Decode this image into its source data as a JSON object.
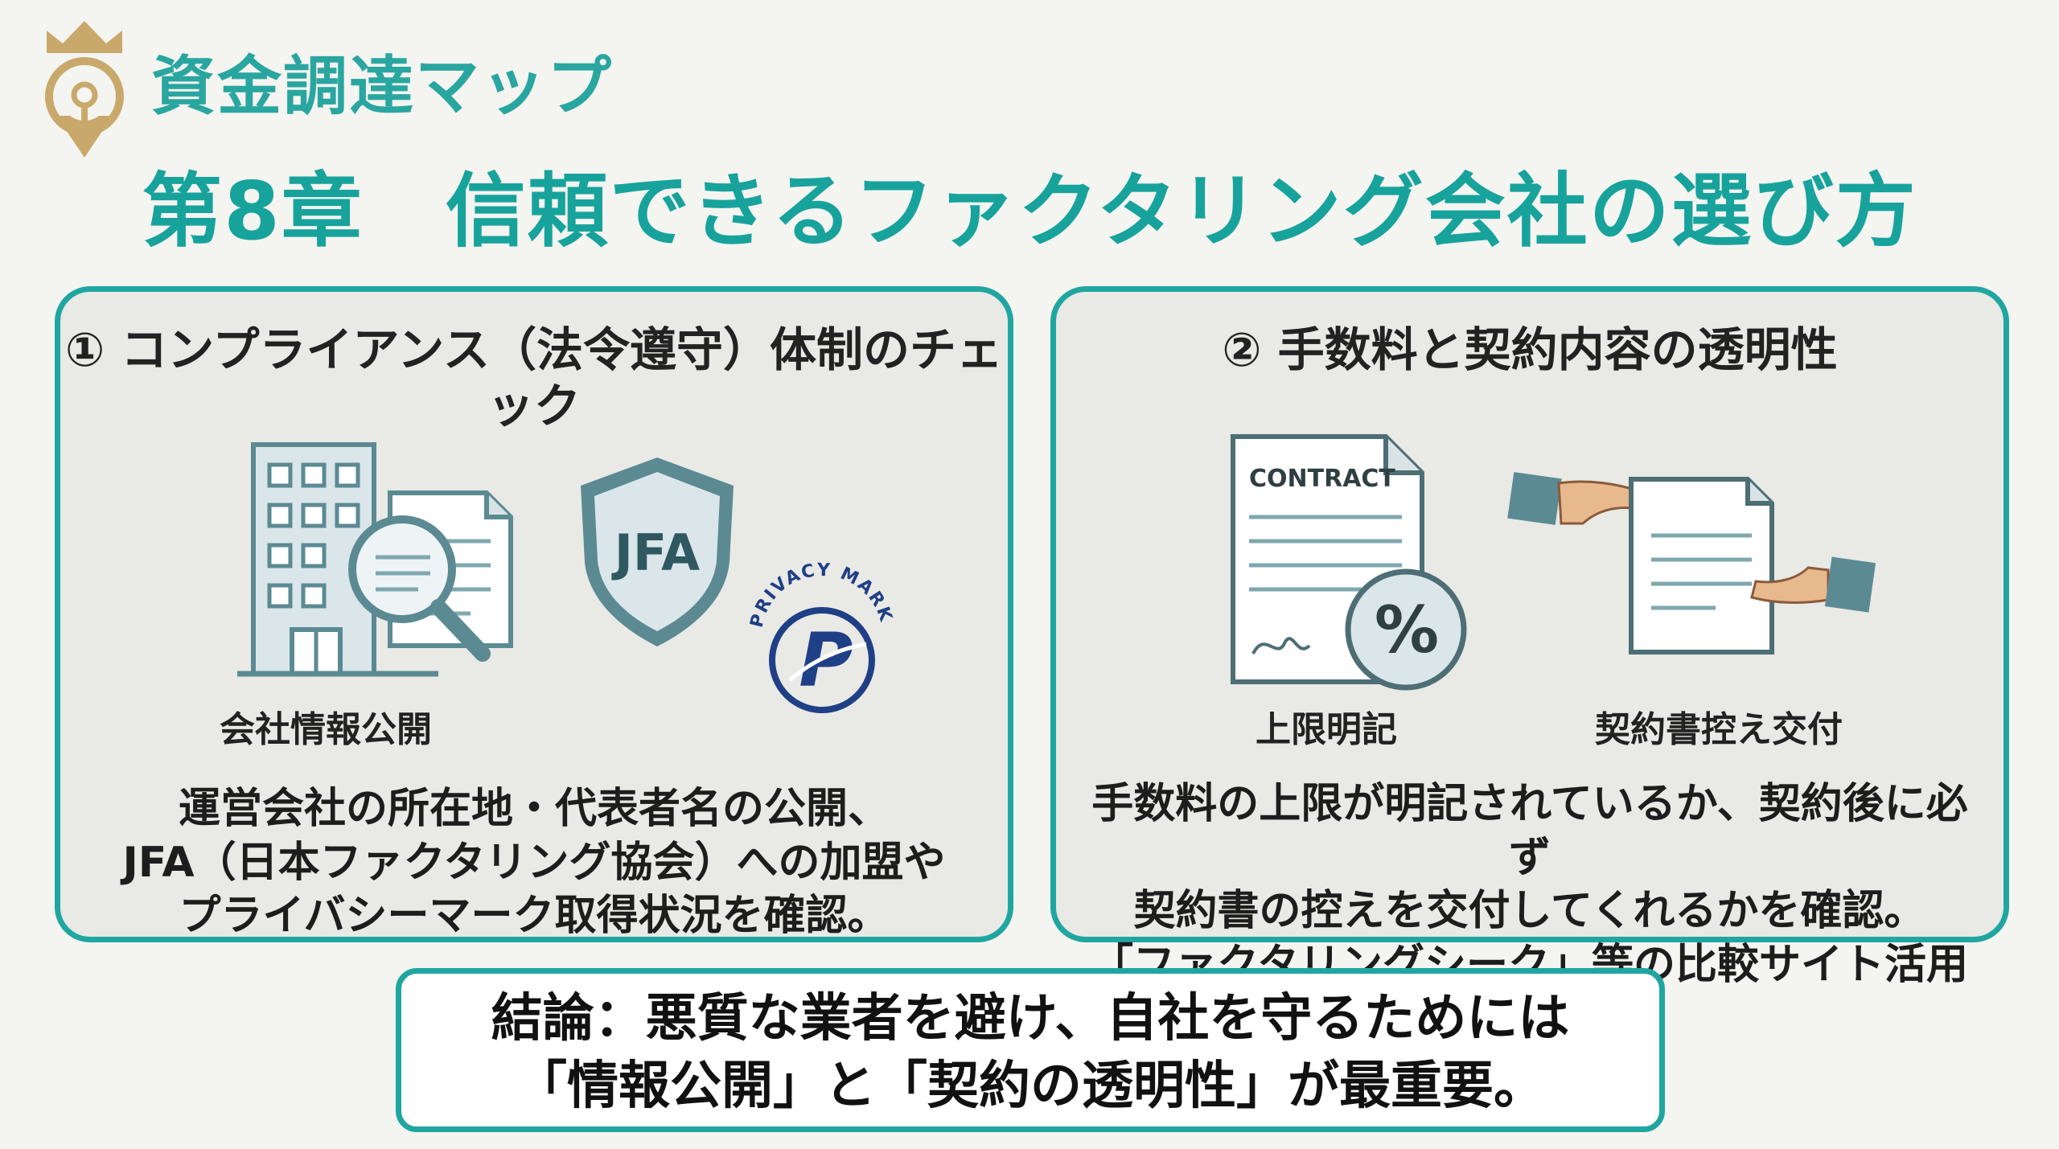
{
  "brand": {
    "name": "資金調達マップ",
    "icon": "crown-pin-logo-icon"
  },
  "title": "第8章　信頼できるファクタリング会社の選び方",
  "colors": {
    "accent": "#20a6a0",
    "title": "#17a39c",
    "panel_bg": "#e9e9e6",
    "gold": "#c9a96b",
    "navy": "#1f3f86"
  },
  "panels": [
    {
      "heading": "① コンプライアンス（法令遵守）体制のチェック",
      "illustrations": {
        "building_caption": "会社情報公開",
        "shield_label": "JFA",
        "privacy_mark_text": "PRIVACY MARK",
        "privacy_mark_letter": "P"
      },
      "description": [
        "運営会社の所在地・代表者名の公開、",
        "JFA（日本ファクタリング協会）への加盟や",
        "プライバシーマーク取得状況を確認。"
      ]
    },
    {
      "heading": "② 手数料と契約内容の透明性",
      "illustrations": {
        "contract_label": "CONTRACT",
        "percent_symbol": "%",
        "contract_caption": "上限明記",
        "handover_caption": "契約書控え交付"
      },
      "description": [
        "手数料の上限が明記されているか、契約後に必ず",
        "契約書の控えを交付してくれるかを確認。",
        "「ファクタリングシーク」等の比較サイト活用も有効。"
      ]
    }
  ],
  "conclusion": [
    "結論：悪質な業者を避け、自社を守るためには",
    "「情報公開」と「契約の透明性」が最重要。"
  ]
}
